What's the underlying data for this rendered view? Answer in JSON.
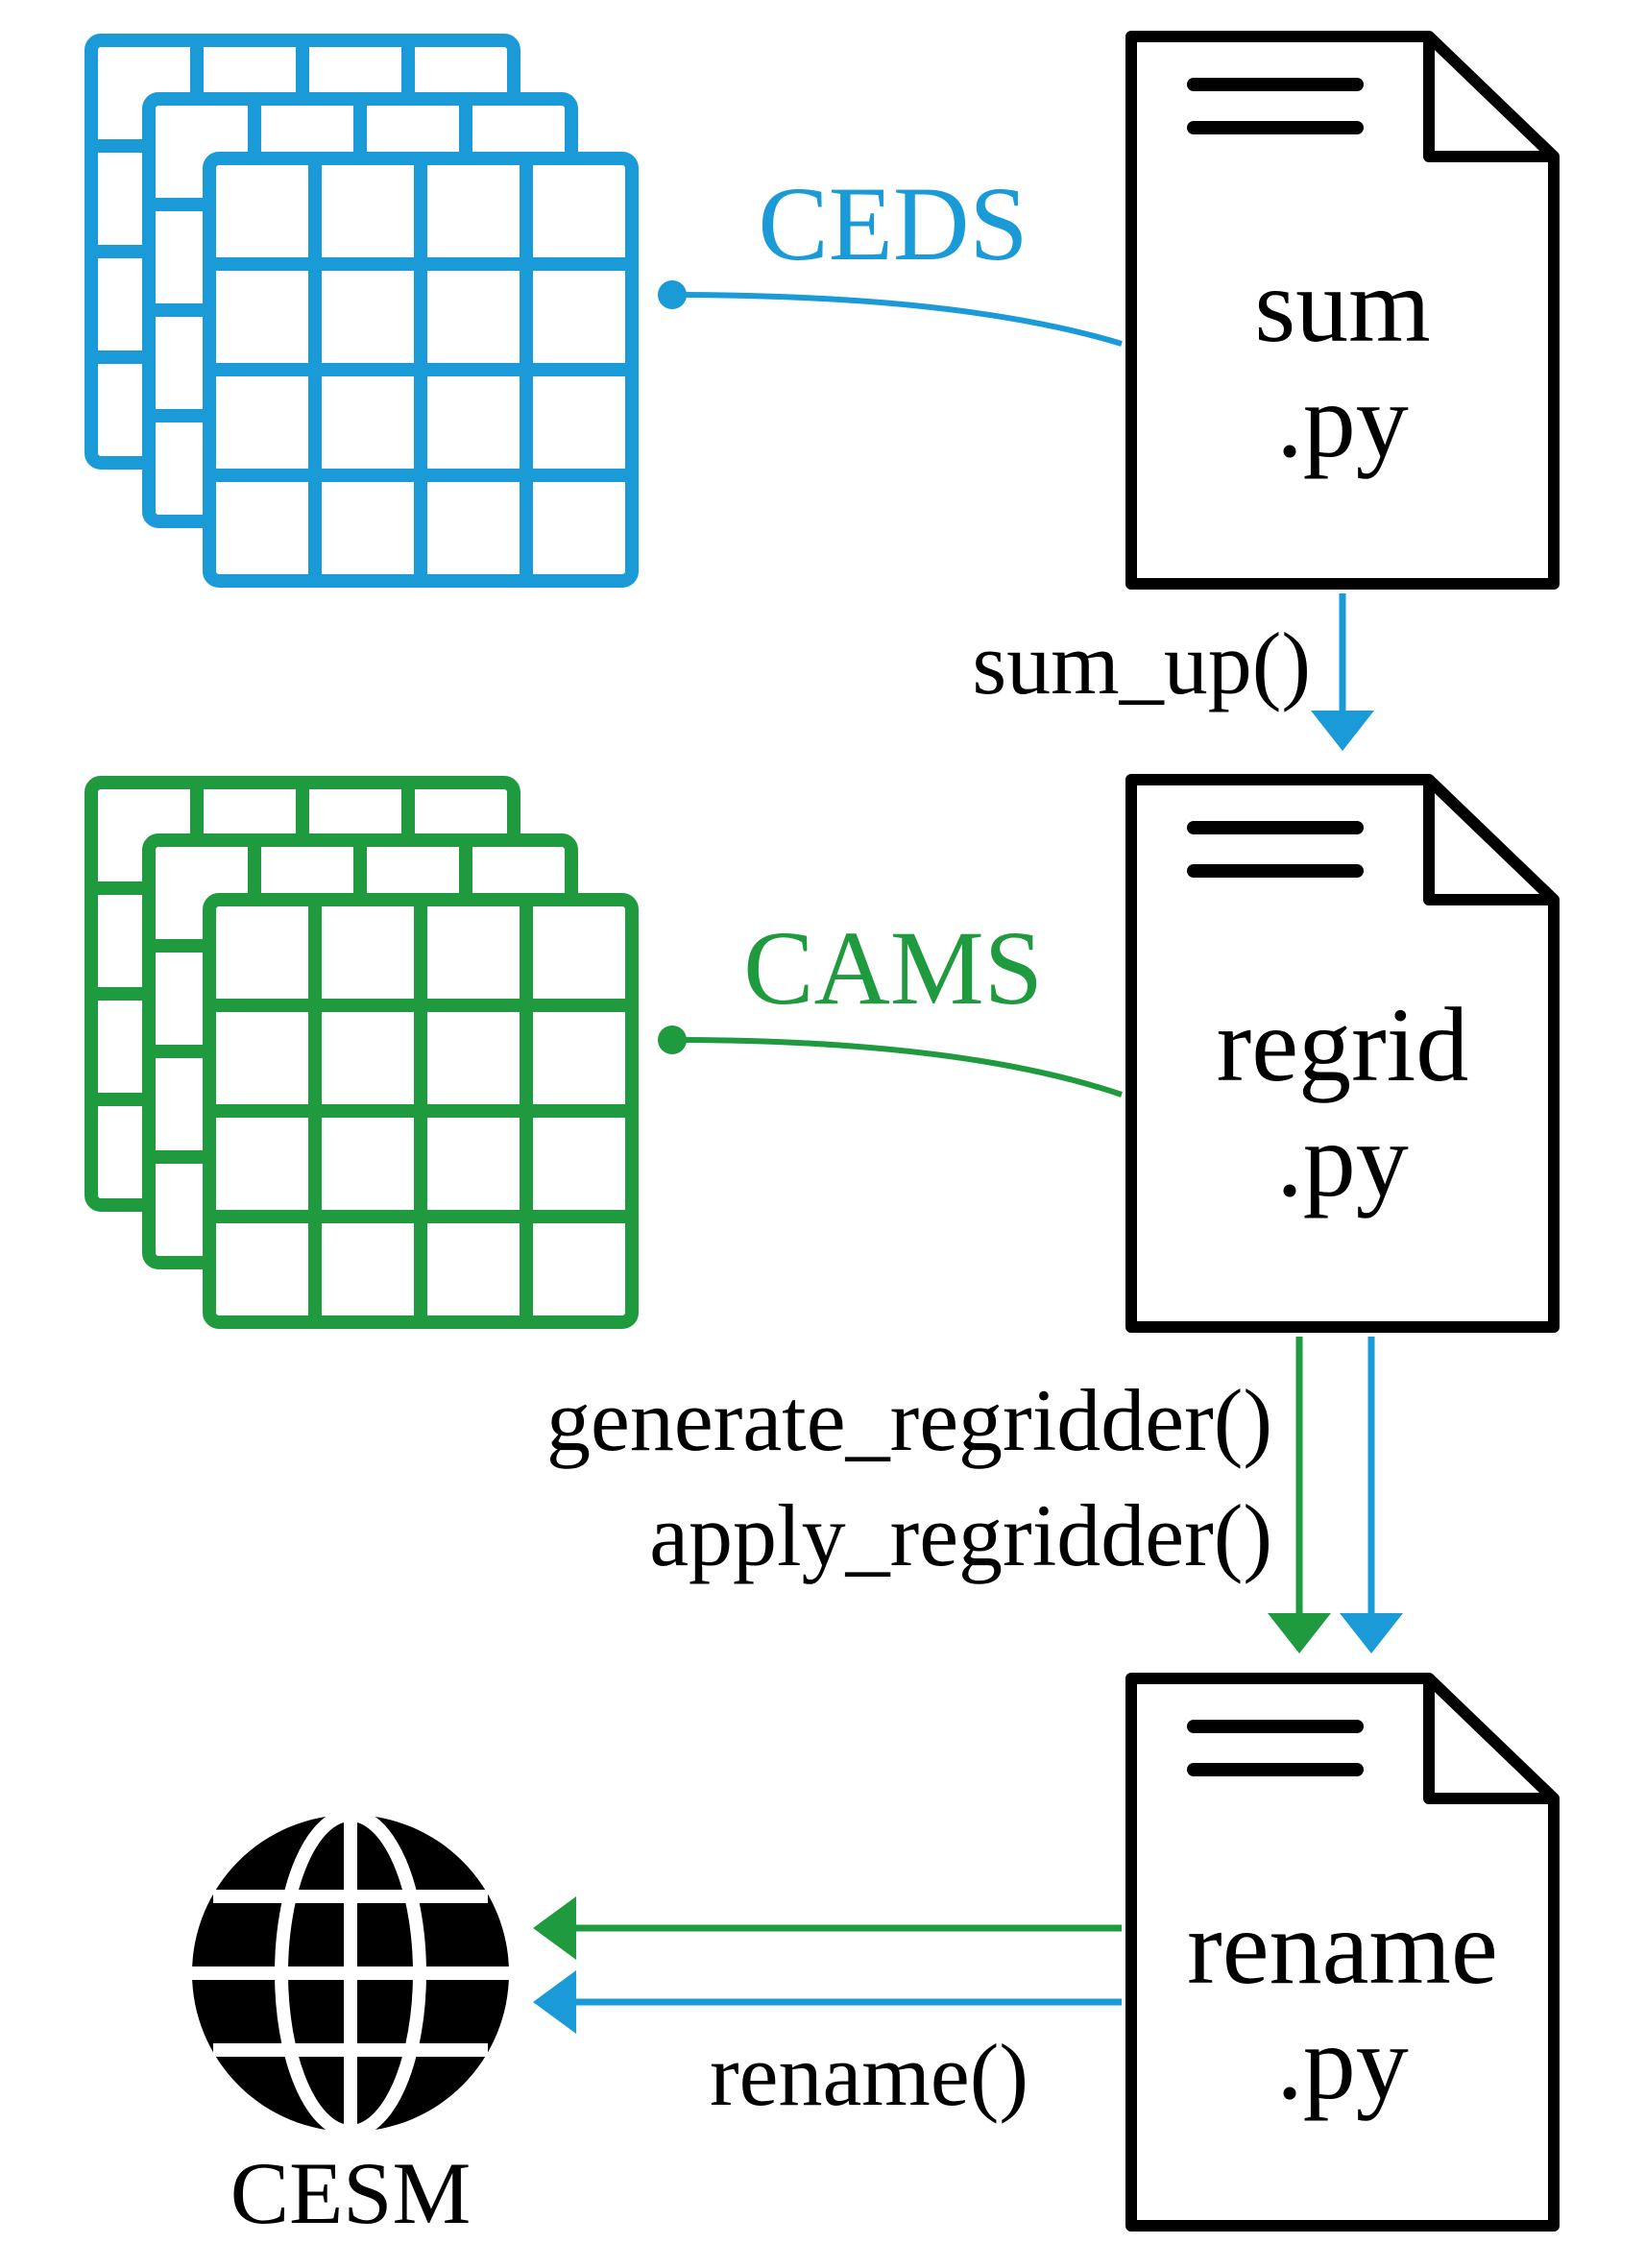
{
  "colors": {
    "ceds": "#1a9ad6",
    "cams": "#1f9a3e",
    "ink": "#000000",
    "background": "#ffffff"
  },
  "sources": {
    "ceds": {
      "label": "CEDS",
      "icon": "grid-stack-icon"
    },
    "cams": {
      "label": "CAMS",
      "icon": "grid-stack-icon"
    }
  },
  "files": {
    "sum": {
      "line1": "sum",
      "line2": ".py",
      "icon": "document-icon"
    },
    "regrid": {
      "line1": "regrid",
      "line2": ".py",
      "icon": "document-icon"
    },
    "rename": {
      "line1": "rename",
      "line2": ".py",
      "icon": "document-icon"
    }
  },
  "functions": {
    "sum_up": "sum_up()",
    "generate_regridder": "generate_regridder()",
    "apply_regridder": "apply_regridder()",
    "rename": "rename()"
  },
  "target": {
    "label": "CESM",
    "icon": "globe-icon"
  }
}
